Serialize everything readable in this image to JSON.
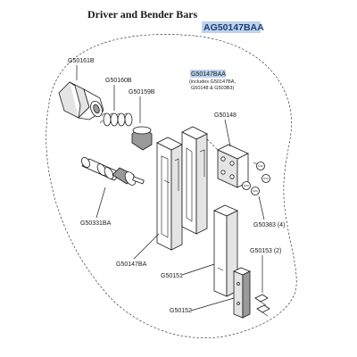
{
  "title": "Driver and Bender Bars",
  "assembly": {
    "part_no": "AG50147BAA",
    "highlight_color": "#bcd3ea"
  },
  "subassembly": {
    "part_no": "G50147BAA",
    "note_line1": "(includes G50147BA,",
    "note_line2": "G50148 & G503B3)",
    "highlight_color": "#bcd3ea"
  },
  "parts": {
    "g50161b": "G50161B",
    "g50160b": "G50160B",
    "g50159b": "G50159B",
    "g50148": "G50148",
    "g50331ba": "G50331BA",
    "g50383": "G50383 (4)",
    "g50147ba": "G50147BA",
    "g50151": "G50151",
    "g50153": "G50153 (2)",
    "g50152": "G50152"
  }
}
